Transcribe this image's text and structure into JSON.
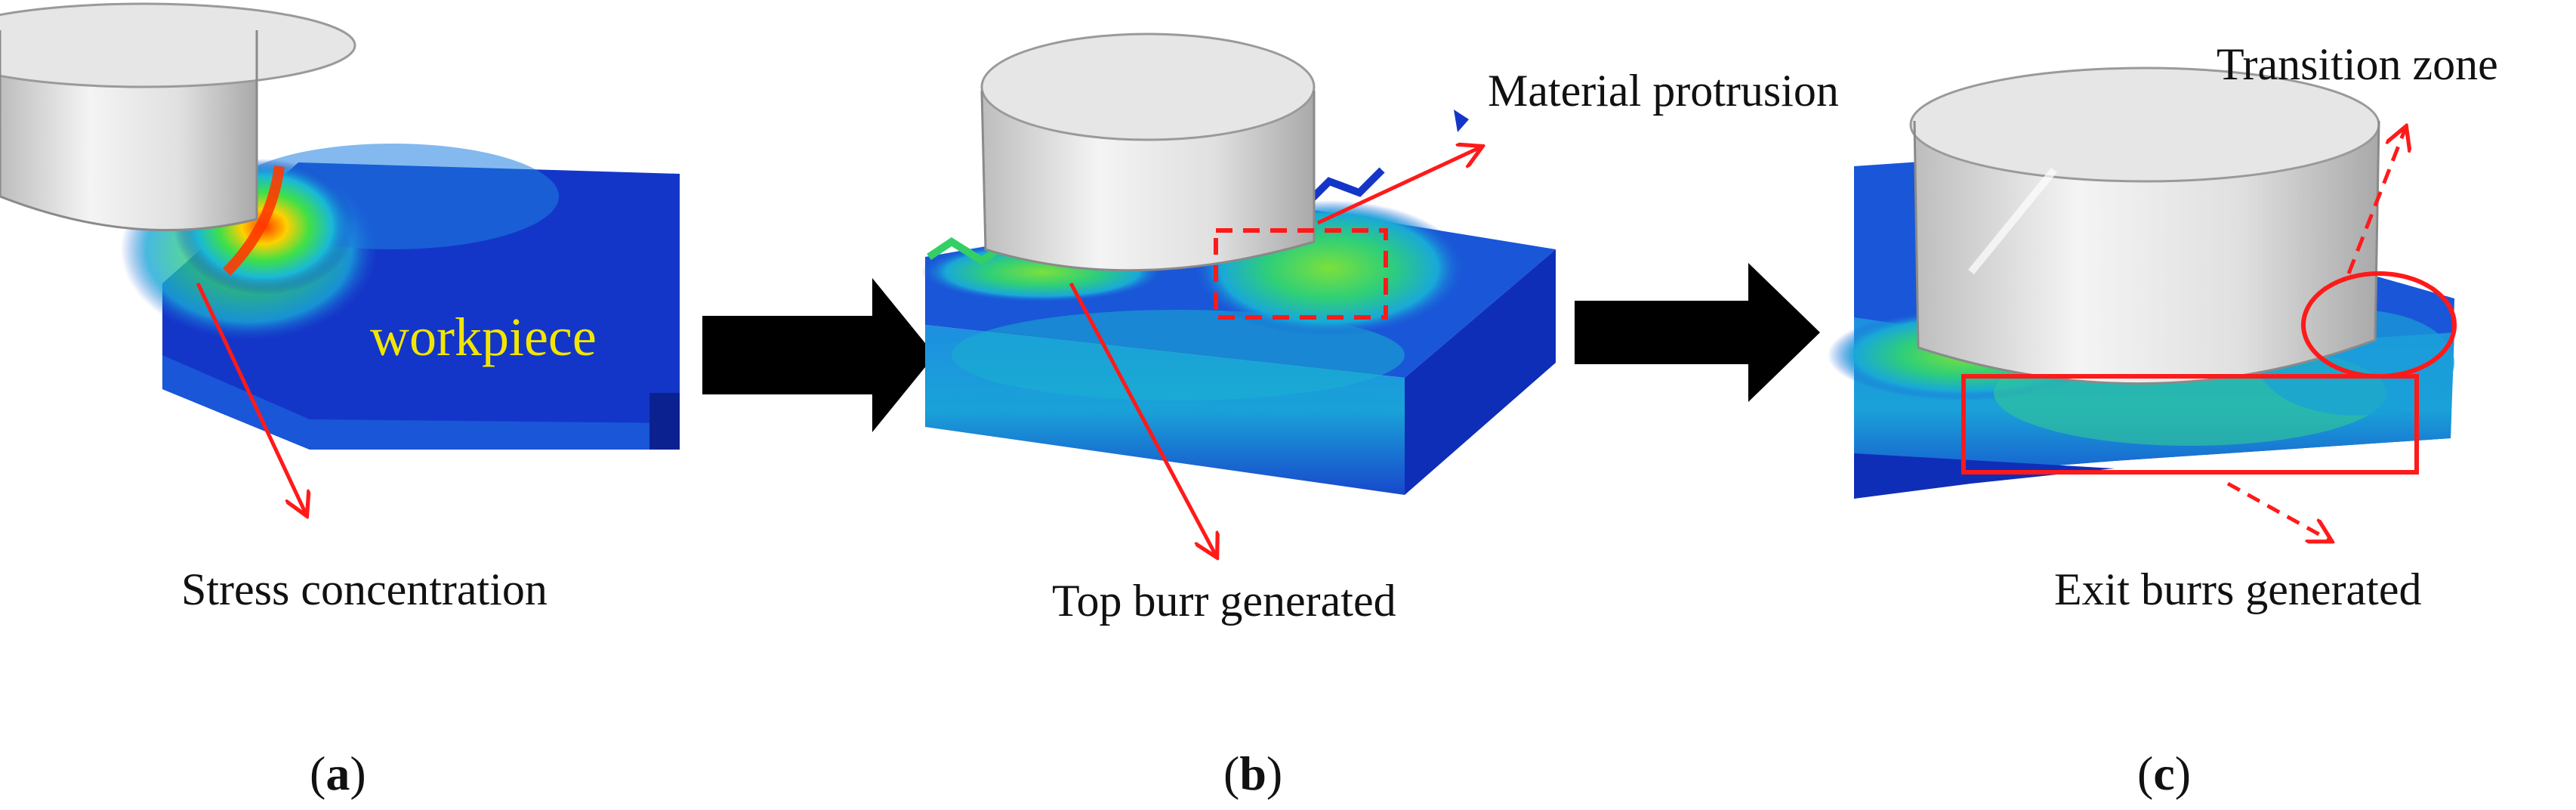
{
  "figure": {
    "panels": [
      {
        "id": "a",
        "label_open": "(",
        "label_letter": "a",
        "label_close": ")",
        "annotations": {
          "workpiece": "workpiece",
          "stress": "Stress concentration"
        }
      },
      {
        "id": "b",
        "label_open": "(",
        "label_letter": "b",
        "label_close": ")",
        "annotations": {
          "protrusion": "Material protrusion",
          "top_burr": "Top burr generated"
        }
      },
      {
        "id": "c",
        "label_open": "(",
        "label_letter": "c",
        "label_close": ")",
        "annotations": {
          "transition": "Transition zone",
          "exit_burrs": "Exit burrs generated"
        }
      }
    ],
    "colors": {
      "workpiece_base": "#1436c8",
      "tool": "#e6e6e6",
      "annotation": "#ff1a1a",
      "flow_arrow": "#000000",
      "workpiece_label": "#f2e600"
    }
  }
}
